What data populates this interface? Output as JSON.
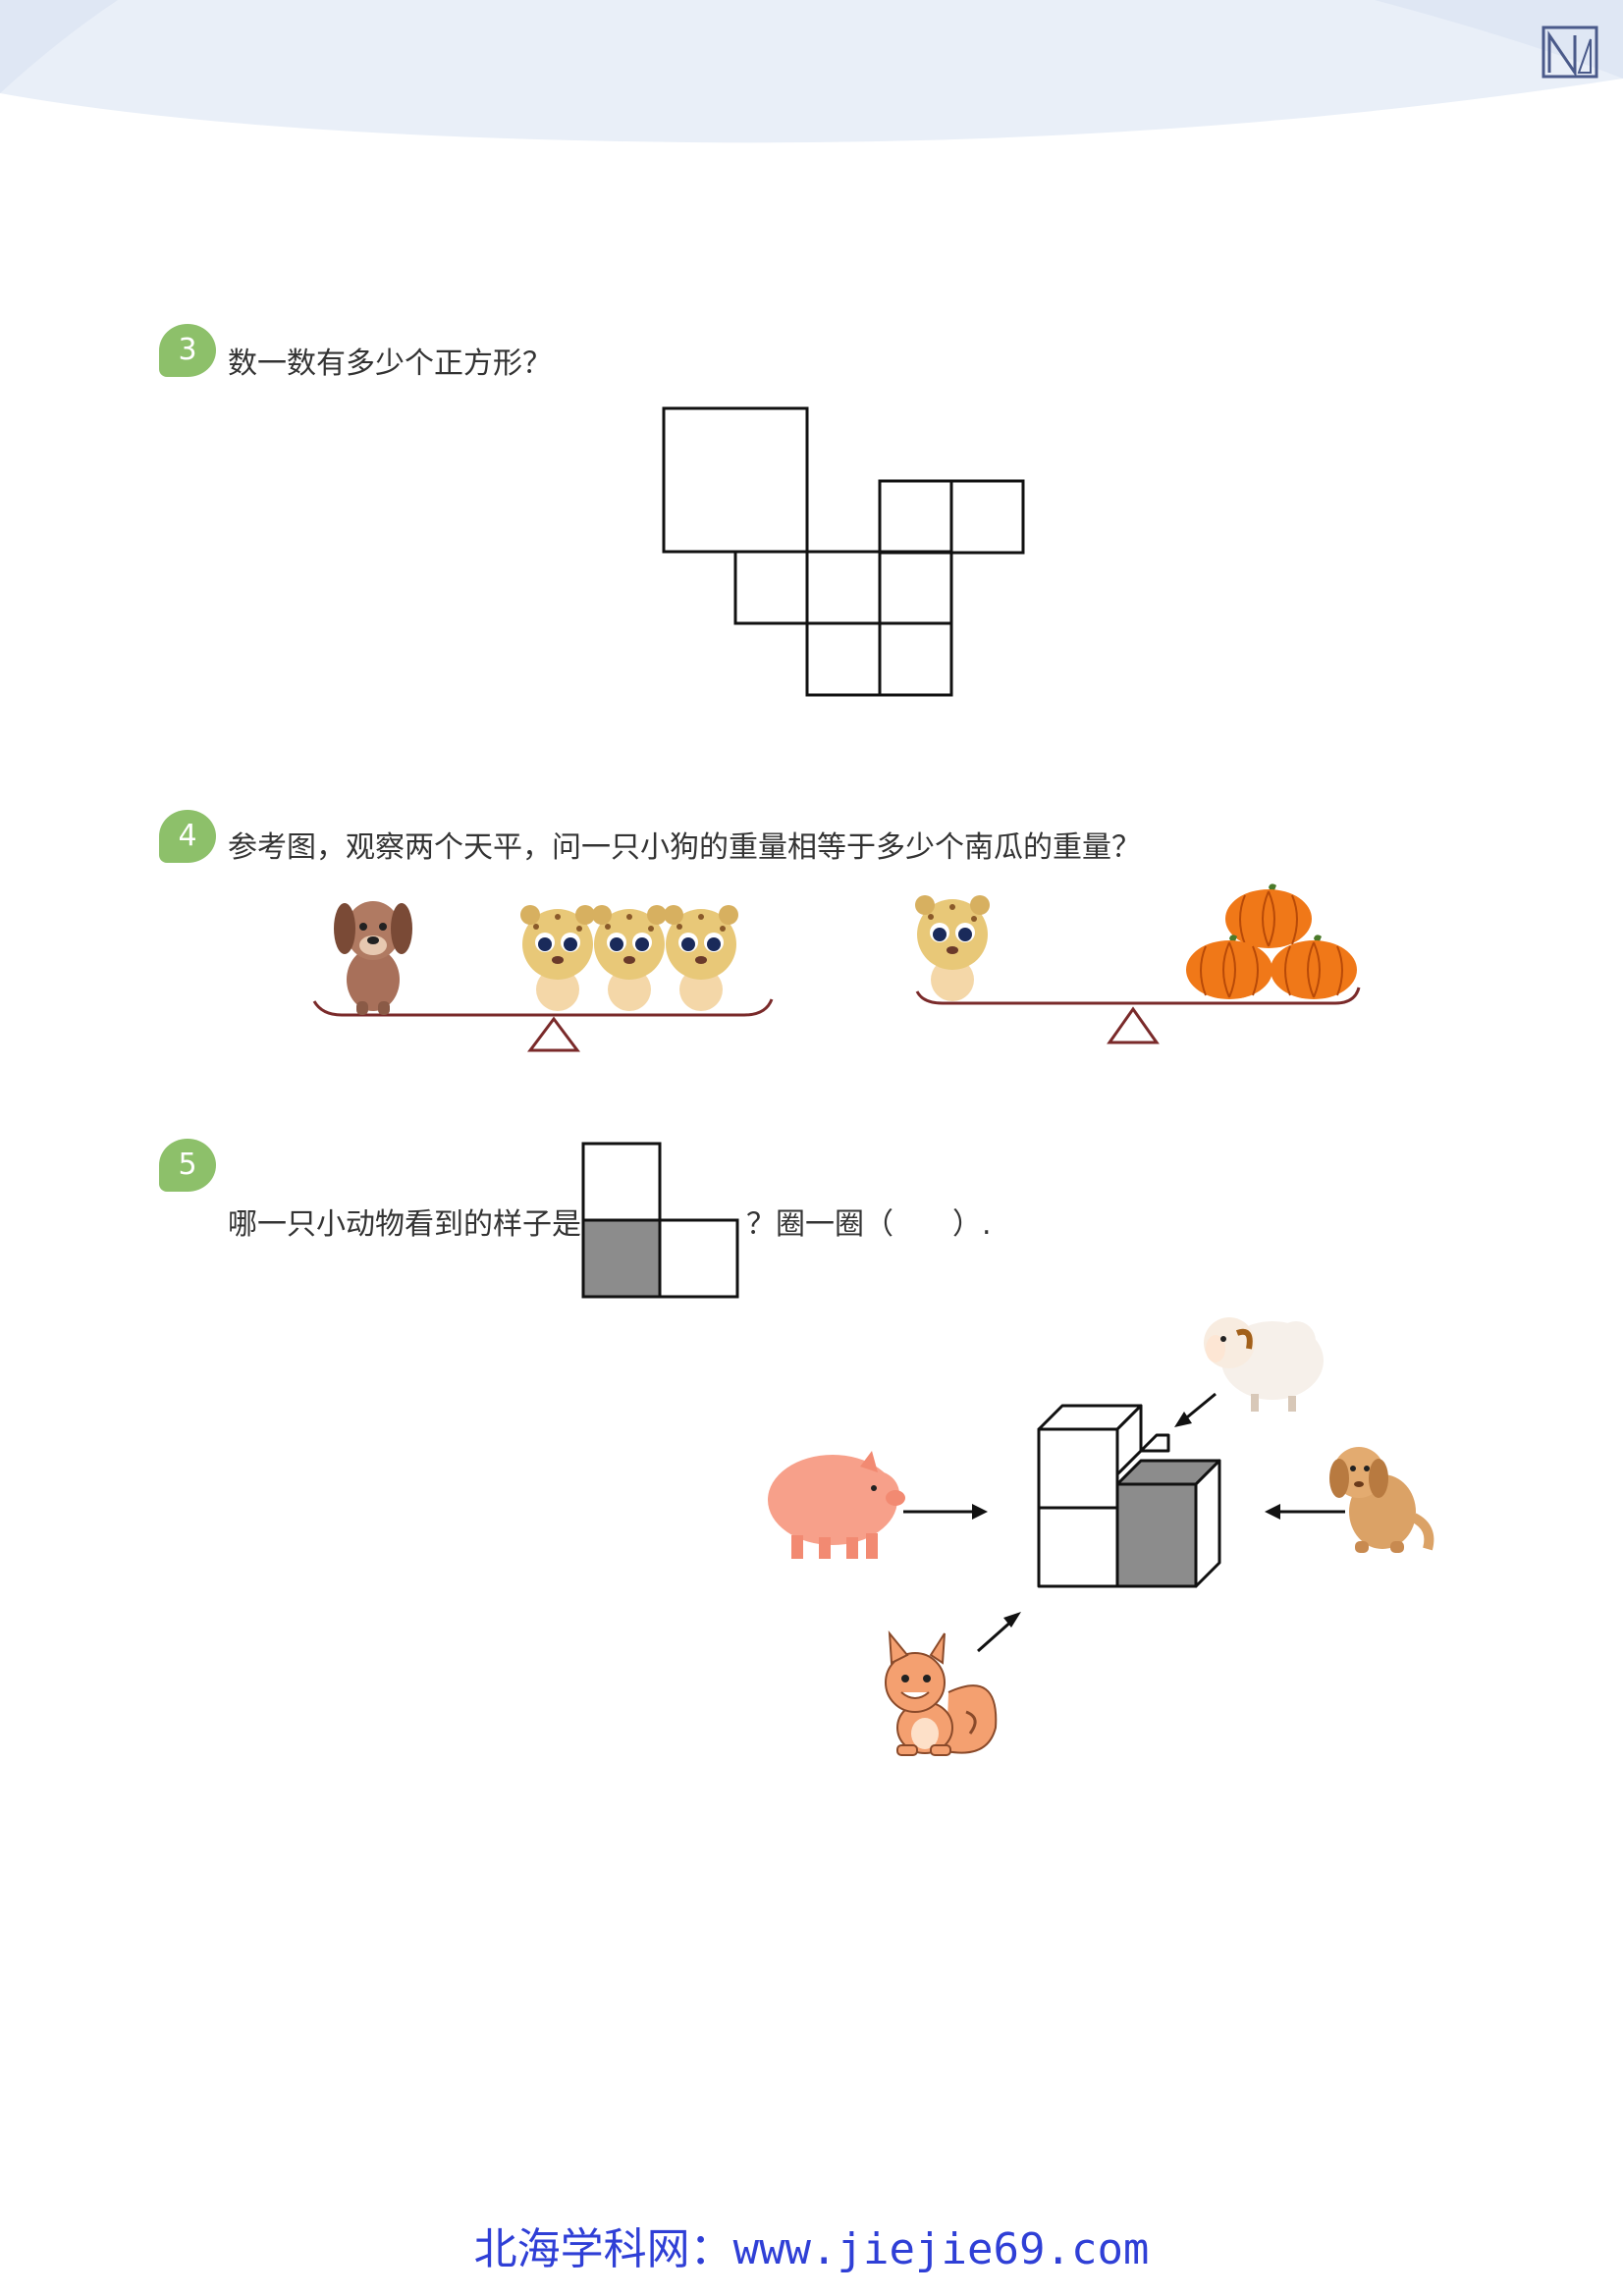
{
  "questions": [
    {
      "number": "3",
      "text": "数一数有多少个正方形？"
    },
    {
      "number": "4",
      "text": "参考图，观察两个天平，问一只小狗的重量相等于多少个南瓜的重量？"
    },
    {
      "number": "5",
      "text_before": "哪一只小动物看到的样子是",
      "text_after": "？圈一圈（　　）."
    }
  ],
  "footer": {
    "site": "北海学科网：",
    "url": "www.jiejie69.com"
  },
  "colors": {
    "badge": "#8dc06a",
    "footer": "#2f3fd6",
    "header_wave": "#e8eef8",
    "shaded_cube": "#8c8c8c",
    "balance_beam": "#7a2a2a"
  },
  "icons": [
    "logo-icon",
    "dog-icon",
    "leopard-icon",
    "pumpkin-icon",
    "sheep-icon",
    "pig-icon",
    "squirrel-icon"
  ]
}
